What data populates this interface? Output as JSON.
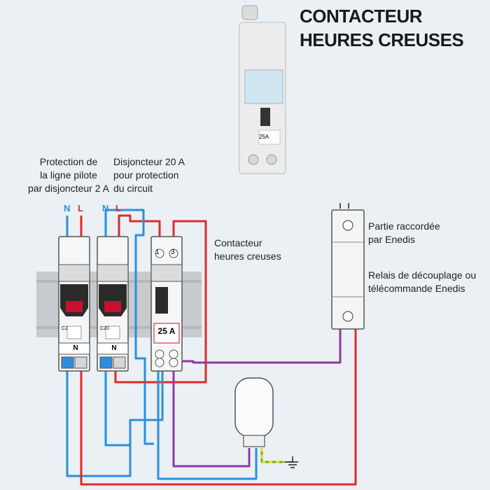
{
  "title": {
    "line1": "CONTACTEUR",
    "line2": "HEURES CREUSES"
  },
  "labels": {
    "pilot": [
      "Protection de",
      "la ligne pilote",
      "par disjoncteur 2 A"
    ],
    "breaker20": [
      "Disjoncteur 20 A",
      "pour protection",
      "du circuit"
    ],
    "contactor": [
      "Contacteur",
      "heures creuses"
    ],
    "enedis_part": [
      "Partie raccordée",
      "par Enedis"
    ],
    "relay": [
      "Relais de découplage ou",
      "télécommande Enedis"
    ]
  },
  "markers": {
    "n": "N",
    "l": "L"
  },
  "modules": {
    "b1_rating": "C2",
    "b2_rating": "C20",
    "term1": "1",
    "term3": "3",
    "rating": "25 A",
    "photo_rating": "25A"
  },
  "colors": {
    "neutral": "#2a8fe0",
    "phase": "#e02a2a",
    "control": "#8a3aa8",
    "earth": "#5cb82a",
    "background": "#eaf0f3"
  }
}
